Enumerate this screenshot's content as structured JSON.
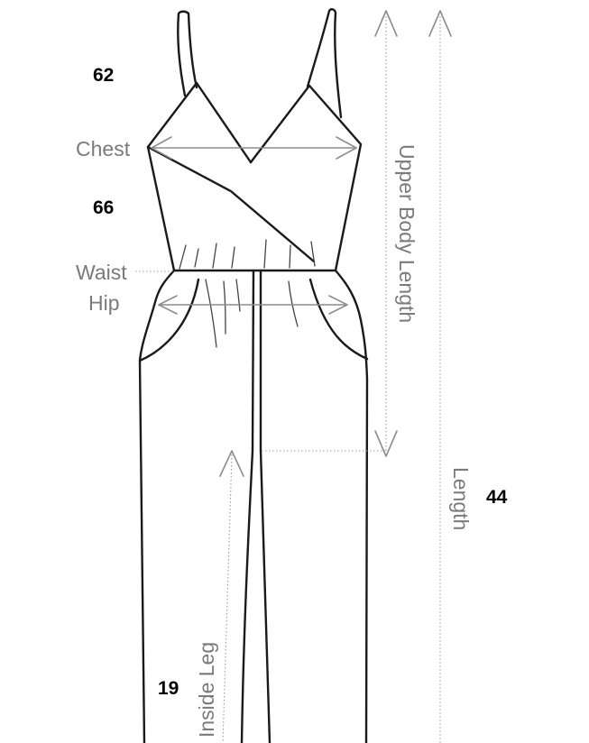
{
  "labels": {
    "chest": "Chest",
    "waist": "Waist",
    "hip": "Hip",
    "upper_body_length": "Upper Body Length",
    "length": "Length",
    "inside_leg": "Inside Leg"
  },
  "values": {
    "v62": "62",
    "v66": "66",
    "v44": "44",
    "v19": "19"
  }
}
